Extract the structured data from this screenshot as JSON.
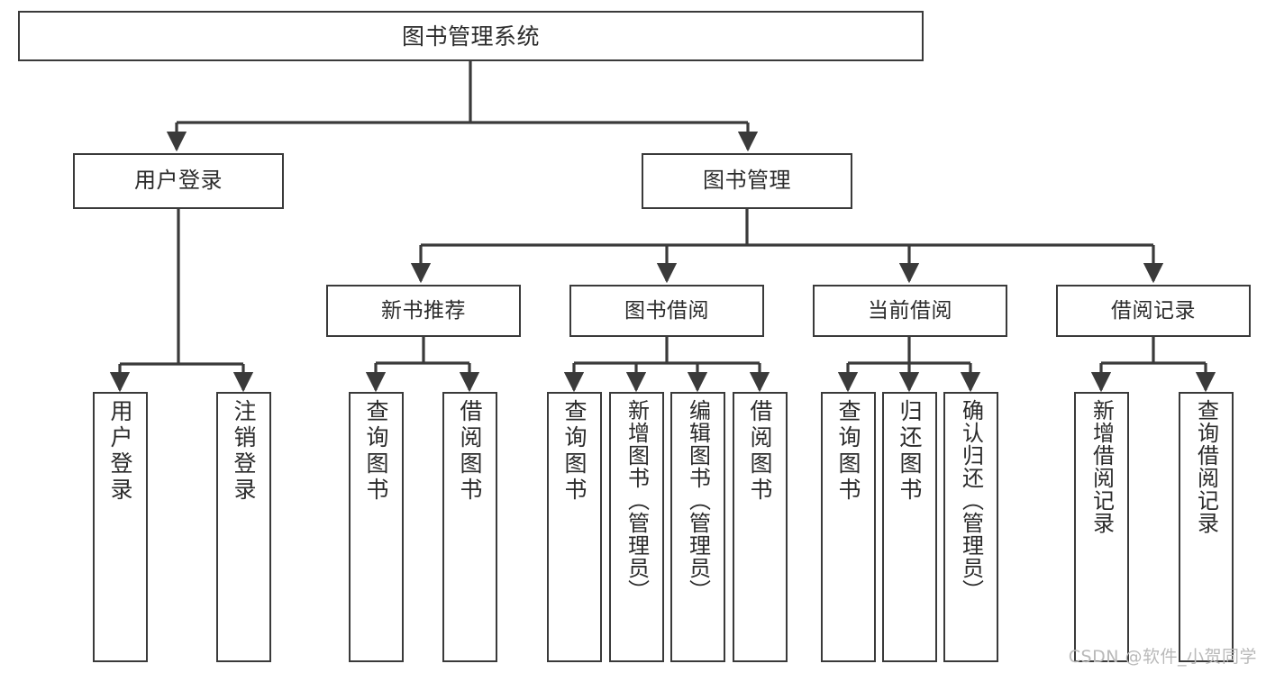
{
  "diagram": {
    "type": "tree",
    "title": "图书管理系统",
    "watermark": "CSDN @软件_小贺同学",
    "colors": {
      "box_border": "#3a3a3a",
      "box_fill": "#ffffff",
      "connector": "#3a3a3a",
      "text": "#2b2b2b",
      "background": "#ffffff",
      "watermark": "#b9b9b9"
    },
    "nodes": {
      "root": {
        "label": "图书管理系统"
      },
      "level2": [
        {
          "label": "用户登录"
        },
        {
          "label": "图书管理"
        }
      ],
      "level3": [
        {
          "label": "新书推荐"
        },
        {
          "label": "图书借阅"
        },
        {
          "label": "当前借阅"
        },
        {
          "label": "借阅记录"
        }
      ],
      "leaves_user_login": [
        {
          "label": "用户登录"
        },
        {
          "label": "注销登录"
        }
      ],
      "leaves_new_book": [
        {
          "label": "查询图书"
        },
        {
          "label": "借阅图书"
        }
      ],
      "leaves_borrow": [
        {
          "label": "查询图书"
        },
        {
          "label": "新增图书（管理员）"
        },
        {
          "label": "编辑图书（管理员）"
        },
        {
          "label": "借阅图书"
        }
      ],
      "leaves_current": [
        {
          "label": "查询图书"
        },
        {
          "label": "归还图书"
        },
        {
          "label": "确认归还（管理员）"
        }
      ],
      "leaves_records": [
        {
          "label": "新增借阅记录"
        },
        {
          "label": "查询借阅记录"
        }
      ]
    }
  }
}
